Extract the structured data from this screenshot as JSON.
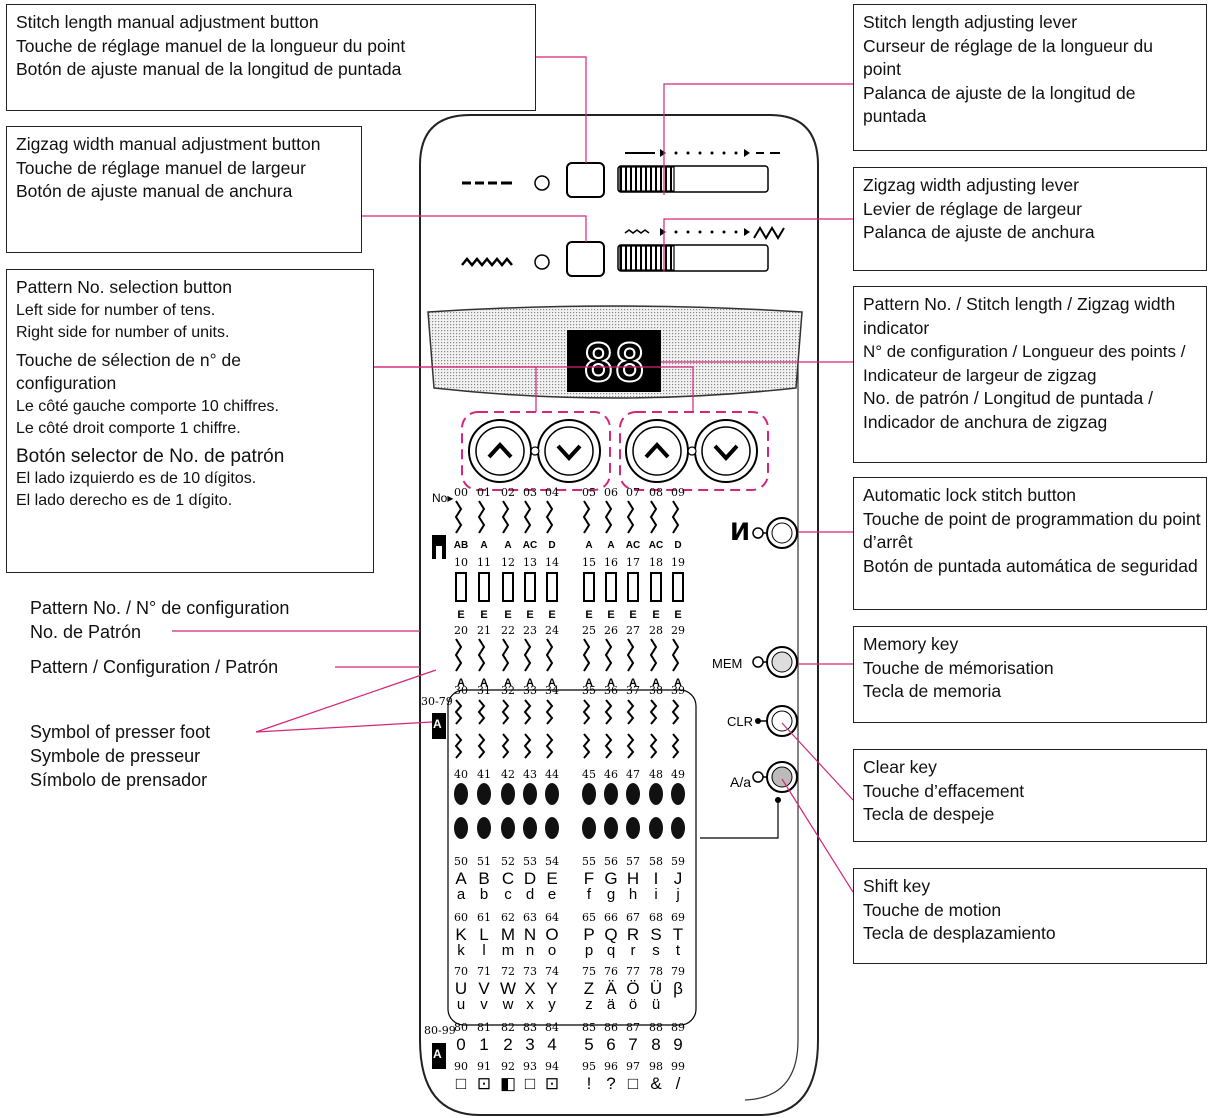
{
  "callouts": {
    "stitch_length_button": [
      "Stitch length manual adjustment button",
      "Touche de réglage manuel de la longueur du point",
      "Botón de ajuste manual de la longitud de puntada"
    ],
    "zigzag_width_button": [
      "Zigzag width manual adjustment button",
      "Touche de réglage manuel de largeur",
      "Botón de ajuste manual de anchura"
    ],
    "pattern_selection": {
      "en": [
        "Pattern No. selection button",
        "Left side for number of tens.",
        "Right side for number of units."
      ],
      "fr": [
        "Touche de sélection de n° de configuration",
        "Le côté gauche comporte 10 chiffres.",
        "Le côté droit comporte 1 chiffre."
      ],
      "es": [
        "Botón selector de No. de patrón",
        "El lado izquierdo es de 10 dígitos.",
        "El lado derecho es de 1 dígito."
      ]
    },
    "pattern_no_label": [
      "Pattern No. / N° de configuration",
      "No. de Patrón"
    ],
    "pattern_label": "Pattern / Configuration / Patrón",
    "presser_foot": [
      "Symbol of  presser foot",
      "Symbole de presseur",
      "Símbolo de prensador"
    ],
    "stitch_length_lever": [
      "Stitch length adjusting lever",
      "Curseur de réglage de la longueur du point",
      "Palanca de ajuste de la longitud de puntada"
    ],
    "zigzag_width_lever": [
      "Zigzag width adjusting lever",
      "Levier de réglage de largeur",
      "Palanca de ajuste de anchura"
    ],
    "indicator": [
      "Pattern No. / Stitch length / Zigzag width indicator",
      "N° de configuration / Longueur des points / Indicateur de largeur de zigzag",
      "No. de patrón / Longitud de puntada / Indicador de anchura de zigzag"
    ],
    "lock_stitch": [
      "Automatic lock stitch button",
      "Touche de point de programmation du point d’arrêt",
      "Botón de puntada automática de seguridad"
    ],
    "memory_key": [
      "Memory key",
      "Touche de mémorisation",
      "Tecla de memoria"
    ],
    "clear_key": [
      "Clear key",
      "Touche d’effacement",
      "Tecla de despeje"
    ],
    "shift_key": [
      "Shift key",
      "Touche de motion",
      "Tecla de desplazamiento"
    ]
  },
  "panel": {
    "display_value": "88",
    "mem_label": "MEM",
    "clr_label": "CLR",
    "shift_label": "A/a",
    "no_label": "No▸",
    "range_30_79": "30-79",
    "range_80_99": "80-99",
    "rows": [
      {
        "numbers": [
          "00",
          "01",
          "02",
          "03",
          "04",
          "05",
          "06",
          "07",
          "08",
          "09"
        ],
        "feet": [
          "AB",
          "A",
          "A",
          "AC",
          "D",
          "A",
          "A",
          "AC",
          "AC",
          "D"
        ]
      },
      {
        "numbers": [
          "10",
          "11",
          "12",
          "13",
          "14",
          "15",
          "16",
          "17",
          "18",
          "19"
        ],
        "feet": [
          "E",
          "E",
          "E",
          "E",
          "E",
          "E",
          "E",
          "E",
          "E",
          "E"
        ]
      },
      {
        "numbers": [
          "20",
          "21",
          "22",
          "23",
          "24",
          "25",
          "26",
          "27",
          "28",
          "29"
        ],
        "feet": [
          "A",
          "A",
          "A",
          "A",
          "A",
          "A",
          "A",
          "A",
          "A",
          "A"
        ]
      },
      {
        "numbers": [
          "30",
          "31",
          "32",
          "33",
          "34",
          "35",
          "36",
          "37",
          "38",
          "39"
        ]
      },
      {
        "numbers": [
          "40",
          "41",
          "42",
          "43",
          "44",
          "45",
          "46",
          "47",
          "48",
          "49"
        ]
      },
      {
        "numbers": [
          "50",
          "51",
          "52",
          "53",
          "54",
          "55",
          "56",
          "57",
          "58",
          "59"
        ],
        "upper": [
          "A",
          "B",
          "C",
          "D",
          "E",
          "F",
          "G",
          "H",
          "I",
          "J"
        ],
        "lower": [
          "a",
          "b",
          "c",
          "d",
          "e",
          "f",
          "g",
          "h",
          "i",
          "j"
        ]
      },
      {
        "numbers": [
          "60",
          "61",
          "62",
          "63",
          "64",
          "65",
          "66",
          "67",
          "68",
          "69"
        ],
        "upper": [
          "K",
          "L",
          "M",
          "N",
          "O",
          "P",
          "Q",
          "R",
          "S",
          "T"
        ],
        "lower": [
          "k",
          "l",
          "m",
          "n",
          "o",
          "p",
          "q",
          "r",
          "s",
          "t"
        ]
      },
      {
        "numbers": [
          "70",
          "71",
          "72",
          "73",
          "74",
          "75",
          "76",
          "77",
          "78",
          "79"
        ],
        "upper": [
          "U",
          "V",
          "W",
          "X",
          "Y",
          "Z",
          "Ä",
          "Ö",
          "Ü",
          "β"
        ],
        "lower": [
          "u",
          "v",
          "w",
          "x",
          "y",
          "z",
          "ä",
          "ö",
          "ü",
          ""
        ]
      },
      {
        "numbers": [
          "80",
          "81",
          "82",
          "83",
          "84",
          "85",
          "86",
          "87",
          "88",
          "89"
        ],
        "upper": [
          "0",
          "1",
          "2",
          "3",
          "4",
          "5",
          "6",
          "7",
          "8",
          "9"
        ]
      },
      {
        "numbers": [
          "90",
          "91",
          "92",
          "93",
          "94",
          "95",
          "96",
          "97",
          "98",
          "99"
        ],
        "upper": [
          "□",
          "⊡",
          "◧",
          "□",
          "⊡",
          "!",
          "?",
          "□",
          "&",
          "/"
        ]
      }
    ]
  }
}
